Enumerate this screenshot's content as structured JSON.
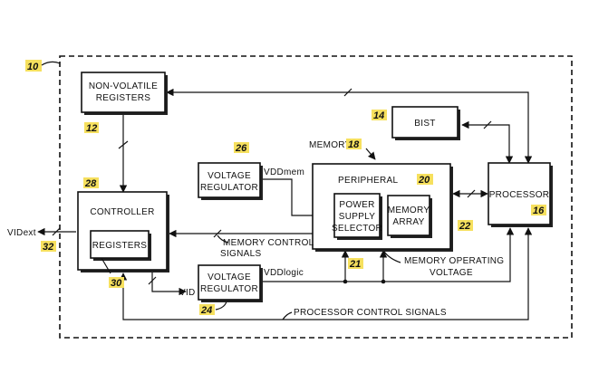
{
  "blocks": {
    "nonvolatile": {
      "line1": "NON-VOLATILE",
      "line2": "REGISTERS",
      "ref": "12"
    },
    "bist": {
      "label": "BIST",
      "ref": "14"
    },
    "vreg_mem": {
      "line1": "VOLTAGE",
      "line2": "REGULATOR",
      "ref": "26"
    },
    "memory": {
      "label": "MEMORY",
      "ref": "18"
    },
    "peripheral": {
      "label": "PERIPHERAL",
      "ref": "20"
    },
    "power_selector": {
      "line1": "POWER",
      "line2": "SUPPLY",
      "line3": "SELECTOR",
      "ref": "21"
    },
    "memory_array": {
      "line1": "MEMORY",
      "line2": "ARRAY",
      "ref": "22"
    },
    "processor": {
      "label": "PROCESSOR",
      "ref": "16"
    },
    "controller": {
      "label": "CONTROLLER",
      "ref": "28"
    },
    "registers": {
      "label": "REGISTERS",
      "ref": "30"
    },
    "vreg_logic": {
      "line1": "VOLTAGE",
      "line2": "REGULATOR",
      "ref": "24"
    }
  },
  "system": {
    "ref": "10"
  },
  "signals": {
    "vddmem": "VDDmem",
    "vddlogic": "VDDlogic",
    "vid": "VID",
    "vidext": "VIDext",
    "vidext_ref": "32",
    "mem_ctrl_1": "MEMORY CONTROL",
    "mem_ctrl_2": "SIGNALS",
    "mem_op_1": "MEMORY OPERATING",
    "mem_op_2": "VOLTAGE",
    "proc_ctrl": "PROCESSOR CONTROL SIGNALS"
  },
  "colors": {
    "line": "#111111",
    "ref_highlight": "#f6e05e",
    "background": "#ffffff"
  }
}
